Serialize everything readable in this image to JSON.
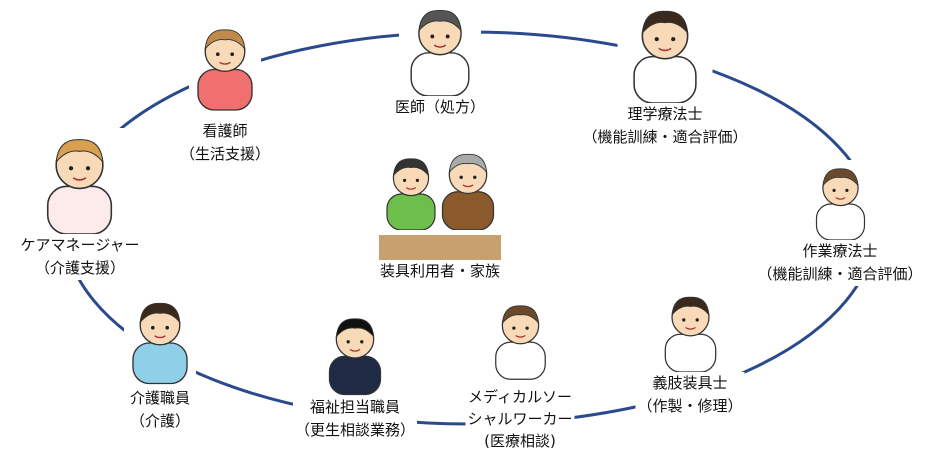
{
  "title": "装具利用者を取り巻く支援者",
  "colors": {
    "ring": "#2a4a8c",
    "skin": "#f8d9b8",
    "hair_dark": "#3a2a1e",
    "hair_brown": "#c08a4a"
  },
  "center": {
    "label": "装具利用者・家族",
    "icon": "user-and-family-icon"
  },
  "roles": [
    {
      "name": "看護師",
      "sub": "（生活支援）",
      "icon": "nurse-icon"
    },
    {
      "name": "医師（処方）",
      "sub": "",
      "icon": "doctor-icon"
    },
    {
      "name": "理学療法士",
      "sub": "（機能訓練・適合評価）",
      "icon": "physical-therapist-icon"
    },
    {
      "name": "ケアマネージャー",
      "sub": "（介護支援）",
      "icon": "care-manager-icon"
    },
    {
      "name": "作業療法士",
      "sub": "（機能訓練・適合評価）",
      "icon": "occupational-therapist-icon"
    },
    {
      "name": "介護職員",
      "sub": "（介護）",
      "icon": "care-worker-icon"
    },
    {
      "name": "福祉担当職員",
      "sub": "（更生相談業務）",
      "icon": "welfare-officer-icon"
    },
    {
      "name": "メディカルソー",
      "name2": "シャルワーカー",
      "sub": "(医療相談)",
      "icon": "medical-social-worker-icon"
    },
    {
      "name": "義肢装具士",
      "sub": "（作製・修理）",
      "icon": "prosthetist-icon"
    }
  ]
}
